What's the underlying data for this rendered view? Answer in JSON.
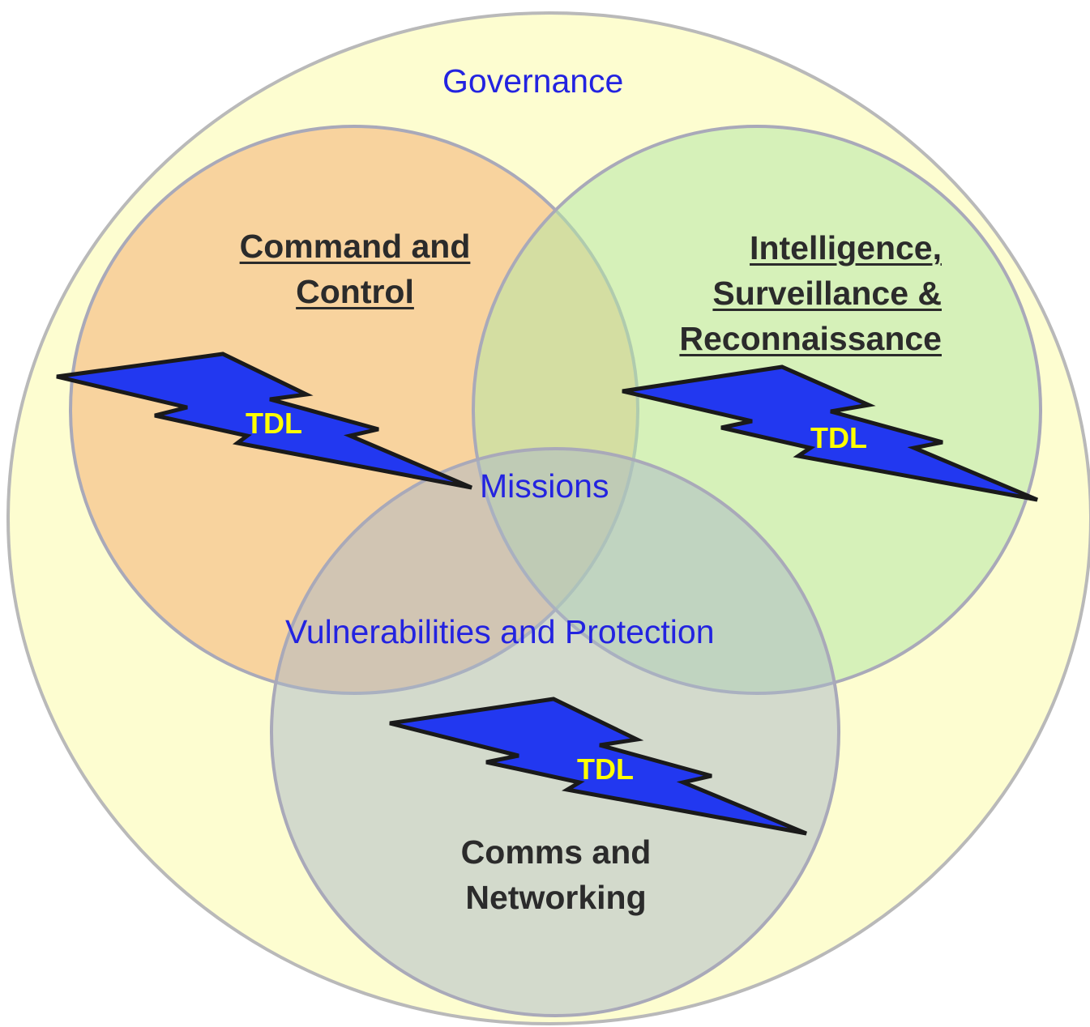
{
  "outer": {
    "label": "Governance",
    "fill": "#fdfdd0"
  },
  "circles": {
    "command_control": {
      "lines": [
        "Command and",
        "Control"
      ],
      "fill": "#f5b97f"
    },
    "isr": {
      "lines": [
        "Intelligence,",
        "Surveillance &",
        "Reconnaissance"
      ],
      "fill": "#b6e8a6"
    },
    "comms": {
      "lines": [
        "Comms and",
        "Networking"
      ],
      "fill": "#aab8c7"
    }
  },
  "center_label": "Missions",
  "band_label": "Vulnerabilities and Protection",
  "bolts": [
    {
      "label": "TDL",
      "color": "#2238f0"
    },
    {
      "label": "TDL",
      "color": "#2238f0"
    },
    {
      "label": "TDL",
      "color": "#2238f0"
    }
  ],
  "colors": {
    "outline": "#b9b9b9",
    "blue_text": "#2323e0",
    "dark_text": "#2b2b2b",
    "tdl_text": "#ffff00"
  }
}
